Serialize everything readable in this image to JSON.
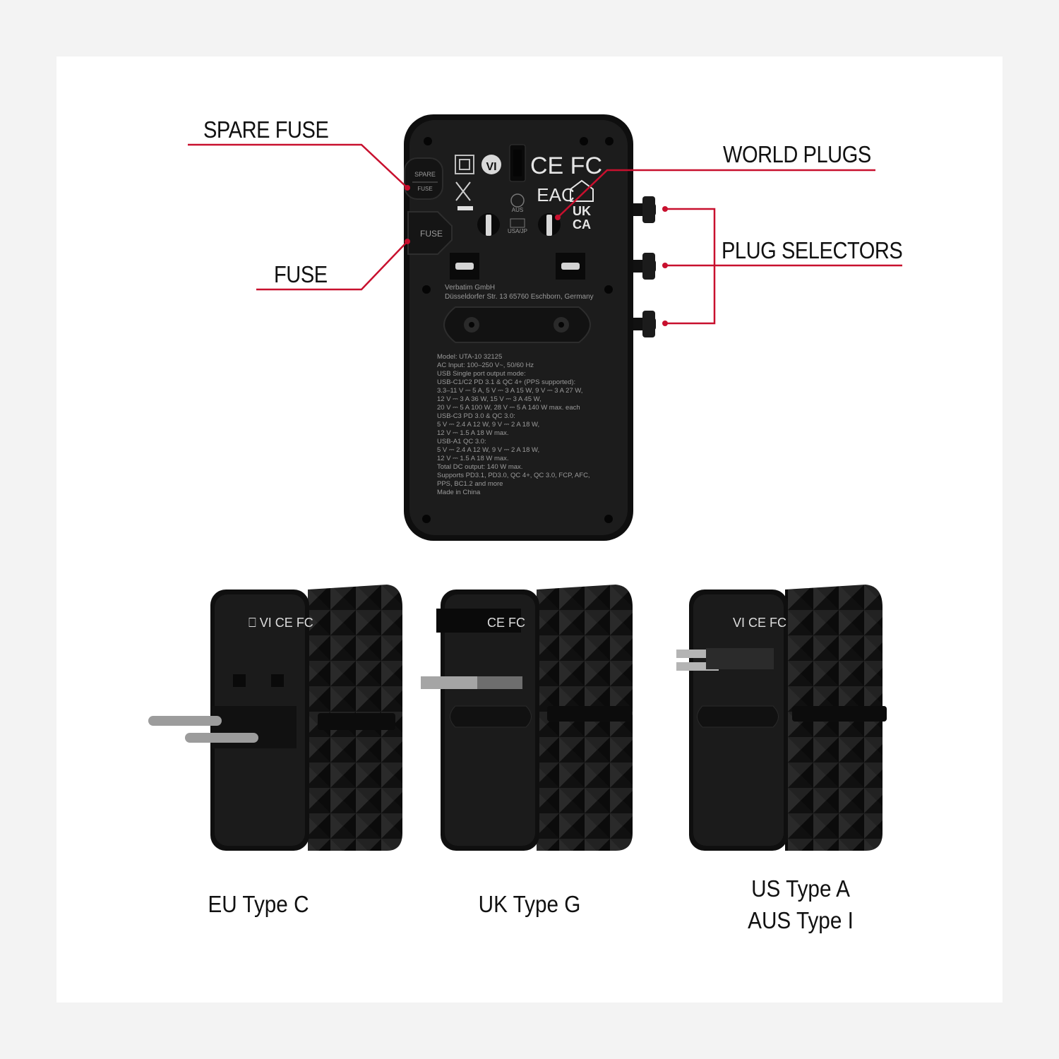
{
  "callouts": {
    "spare_fuse": "SPARE FUSE",
    "fuse": "FUSE",
    "world_plugs": "WORLD PLUGS",
    "plug_selectors": "PLUG SELECTORS"
  },
  "device_markings": {
    "spare_label": "SPARE",
    "spare_sub": "FUSE",
    "fuse_label": "FUSE",
    "cert_marks": "CE FC",
    "eac": "EAC",
    "ukca_top": "UK",
    "ukca_bottom": "CA",
    "aus": "AUS",
    "usajp": "USA/JP",
    "manufacturer_line1": "Verbatim GmbH",
    "manufacturer_line2": "Düsseldorfer Str. 13 65760 Eschborn, Germany",
    "spec_lines": [
      "Model: UTA-10 32125",
      "AC Input: 100–250 V~, 50/60 Hz",
      "USB Single port output mode:",
      "USB-C1/C2 PD 3.1 & QC 4+ (PPS supported):",
      "3.3–11 V ⎓ 5 A, 5 V ⎓ 3 A 15 W, 9 V ⎓ 3 A 27 W,",
      "12 V ⎓ 3 A 36 W, 15 V ⎓ 3 A 45 W,",
      "20 V ⎓ 5 A 100 W, 28 V ⎓ 5 A 140 W max. each",
      "USB-C3 PD 3.0 & QC 3.0:",
      "5 V ⎓ 2.4 A 12 W, 9 V ⎓ 2 A 18 W,",
      "12 V ⎓ 1.5 A 18 W max.",
      "USB-A1 QC 3.0:",
      "5 V ⎓ 2.4 A 12 W, 9 V ⎓ 2 A 18 W,",
      "12 V ⎓ 1.5 A 18 W max.",
      "Total DC output: 140 W max.",
      "Supports PD3.1, PD3.0, QC 4+, QC 3.0, FCP, AFC,",
      "PPS, BC1.2 and more",
      "Made in China"
    ]
  },
  "captions": {
    "eu": "EU Type C",
    "uk": "UK Type G",
    "us_line1": "US Type A",
    "us_line2": "AUS Type I"
  },
  "colors": {
    "accent_red": "#c8102e",
    "device_black": "#141414",
    "panel_white": "#ffffff",
    "backdrop": "#f3f3f3"
  }
}
